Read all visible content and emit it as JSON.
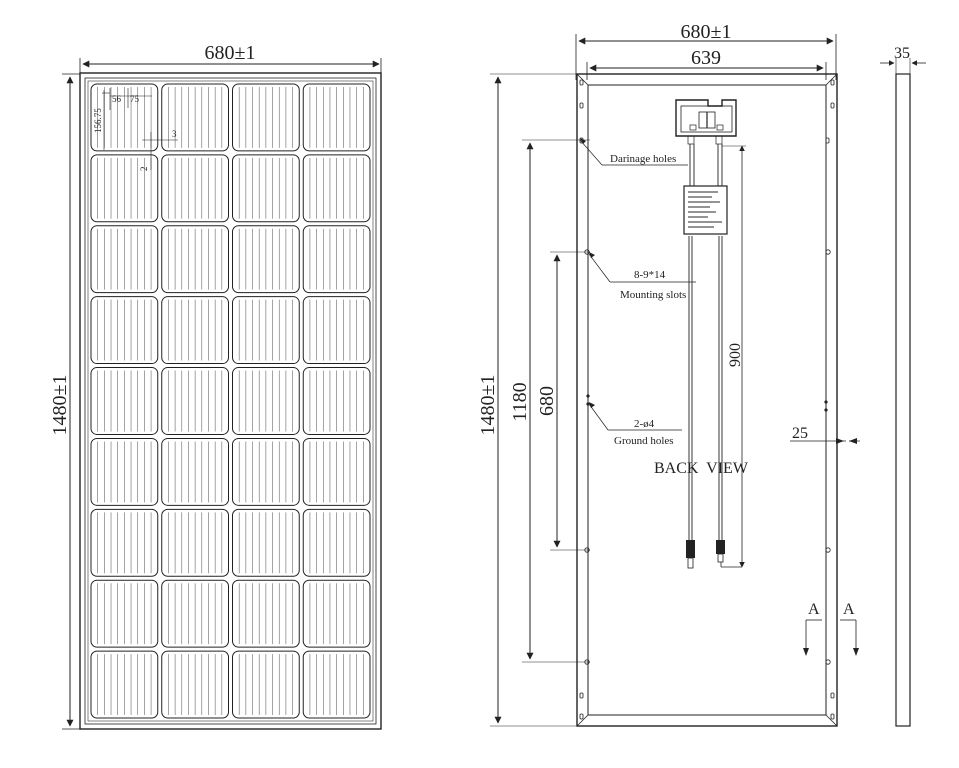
{
  "front": {
    "width_dim": "680±1",
    "height_dim": "1480±1",
    "cell_dims": [
      "56",
      "75",
      "156.75",
      "3",
      "2"
    ],
    "cell_rows": 9,
    "cell_cols": 4
  },
  "back": {
    "width_dim": "680±1",
    "inner_width_dim": "639",
    "height_dim": "1480±1",
    "dim_1180": "1180",
    "dim_680": "680",
    "dim_900": "900",
    "dim_25": "25",
    "drainage_label": "Darinage holes",
    "mount_size": "8-9*14",
    "mount_label": "Mounting slots",
    "ground_size": "2-ø4",
    "ground_label": "Ground holes",
    "view_label": "BACK  VIEW",
    "section_mark": "A"
  },
  "side": {
    "thickness_dim": "35"
  }
}
